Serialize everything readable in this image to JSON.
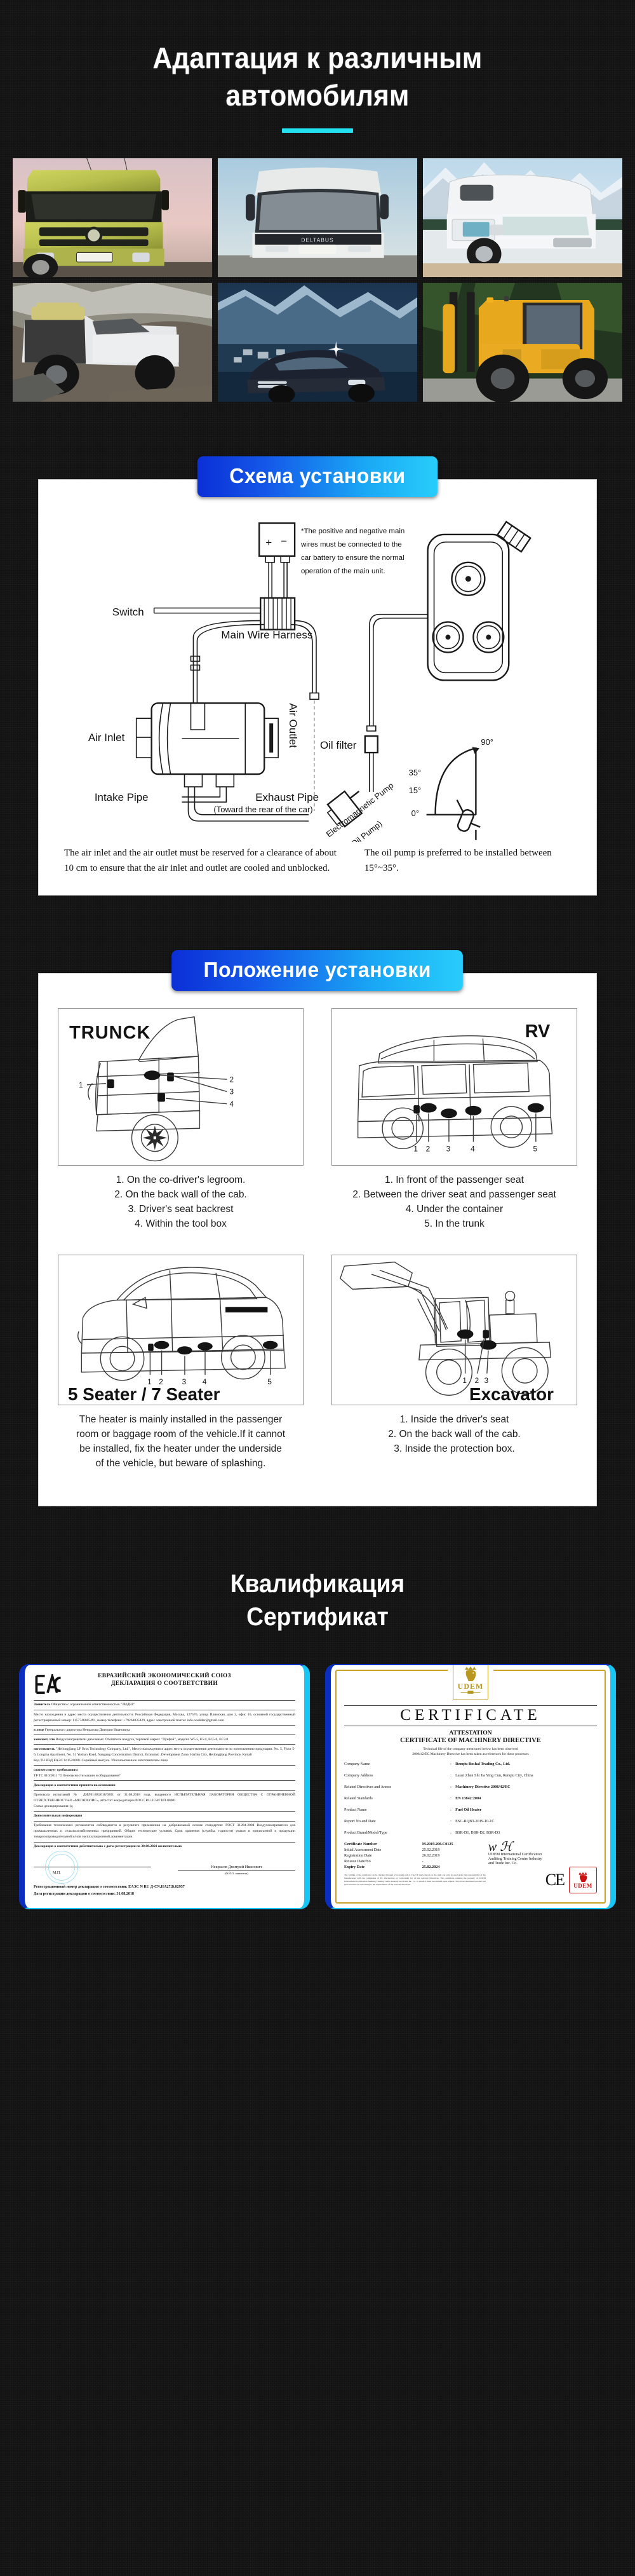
{
  "hero": {
    "title_line1": "Адаптация к различным",
    "title_line2": "автомобилям",
    "accent_color": "#22e0f0"
  },
  "photo_grid": {
    "items": [
      {
        "name": "truck-photo",
        "caption": "Green cab-over heavy truck, front view, plate S MB 1843"
      },
      {
        "name": "coach-bus-photo",
        "caption": "White coach bus front view, Deltabus"
      },
      {
        "name": "rv-camper-photo",
        "caption": "White motorhome RV in snowy mountains"
      },
      {
        "name": "offroad-pickup-photo",
        "caption": "White off-road pickup truck on rocks"
      },
      {
        "name": "luxury-suv-photo",
        "caption": "Dark luxury SUV in snowy alpine village"
      },
      {
        "name": "forklift-photo",
        "caption": "Yellow rough terrain forklift"
      }
    ]
  },
  "install_scheme": {
    "banner": "Схема установки",
    "labels": {
      "switch": "Switch",
      "main_wire_harness": "Main Wire Harness",
      "battery_note": "*The positive and negative main wires must be connected to the car battery to ensure the normal operation of the main unit.",
      "air_inlet": "Air Inlet",
      "air_outlet": "Air Outlet",
      "oil_filter": "Oil filter",
      "intake_pipe": "Intake Pipe",
      "exhaust_pipe": "Exhaust Pipe",
      "exhaust_pipe_sub": "(Toward the rear of the car)",
      "pump_line1": "Electromagnetic Pump",
      "pump_line2": "(Oil Pump)",
      "battery_plus": "+",
      "battery_minus": "−"
    },
    "angles": [
      "90°",
      "35°",
      "15°",
      "0°"
    ],
    "note_left": "The air inlet and the air outlet must be reserved for a clearance of about 10 cm to ensure that the air inlet and outlet are cooled and unblocked.",
    "note_right": "The oil pump is preferred to be installed between 15°~35°."
  },
  "install_position": {
    "banner": "Положение установки",
    "cells": [
      {
        "tag": "TRUNCK",
        "numbers": [
          "1",
          "2",
          "3",
          "4"
        ],
        "lines": [
          "1. On the co-driver's legroom.",
          "2. On the back wall of the cab.",
          "3. Driver's seat backrest",
          "4. Within the tool box"
        ]
      },
      {
        "tag": "RV",
        "numbers": [
          "1",
          "2",
          "3",
          "4",
          "5"
        ],
        "lines": [
          "1. In front of the passenger seat",
          "2. Between the driver seat and passenger seat",
          "4. Under the container",
          "5. In the trunk"
        ]
      },
      {
        "tag": "5 Seater / 7 Seater",
        "numbers": [
          "1",
          "2",
          "3",
          "4",
          "5"
        ],
        "note": "The heater is mainly installed in the passenger room or baggage room of the vehicle.If it cannot be installed, fix the heater under the underside of the vehicle, but beware of splashing."
      },
      {
        "tag": "Excavator",
        "numbers": [
          "1",
          "2",
          "3"
        ],
        "lines": [
          "1. Inside the driver's seat",
          "2. On the back wall of the cab.",
          "3. Inside the protection box."
        ]
      }
    ]
  },
  "qualification": {
    "title_line1": "Квалификация",
    "title_line2": "Сертификат"
  },
  "certificates": {
    "eac": {
      "mark": "EAC",
      "title1": "ЕВРАЗИЙСКИЙ ЭКОНОМИЧЕСКИЙ СОЮЗ",
      "title2": "ДЕКЛАРАЦИЯ О СООТВЕТСТВИИ",
      "applicant_label": "Заявитель",
      "applicant": "Общество с ограниченной ответственностью \"ЛИДЕР\"",
      "address_text": "Место нахождения и адрес места осуществления деятельности: Российская Федерация, Москва, 127576, улица Илимская, дом 2, офис 16, основной государственный регистрационный номер: 1157746685491, номер телефона: +79264035429, адрес электронной почты: info.ooolider@gmail.com",
      "person_label": "в лице",
      "person_text": "Генерального директора Некрасова Дмитрия Ивановича",
      "declares_label": "заявляет, что",
      "declares_text": "Воздухонагреватели дизельные: Отопитель воздуха, торговой марки: \"Лунфэй\", модели: W5.5, E5.0, EC5.0, EC3.0",
      "manufacturer_label": "изготовитель",
      "manufacturer_text": "\"Heilongjiang LF Bros Technology Company, Ltd.\", Место нахождения и адрес места осуществления деятельности по изготовлению продукции: No. 5, Floor 5-6, Longma Apartment, No. 51 Yushan Road, Nangang Concentration District, Economic .Development Zone, Harbin City, Heilongjiang Province, Китай",
      "code_text": "Код ТН ВЭД ЕАЭС 841520000. Серийный выпуск. Уполномоченное изготовителем лицо",
      "conforms_label": "соответствует требованиям",
      "conforms_text": "ТР ТС 010/2011 \"О безопасности машин и оборудования\"",
      "basis_label": "Декларация о соответствии принята на основании",
      "basis_text": "Протокола испытаний № ДИЛ01/082018/9201 от 31.08.2018 года, выданного ИСПЫТАТЕЛЬНАЯ ЛАБОРАТОРИЯ ОБЩЕСТВА С ОГРАНИЧЕННОЙ ОТВЕТСТВЕННОСТЬЮ «МЕГАПОЛИС», аттестат аккредитации РОСС RU.31587.ИЛ.00001",
      "scheme_text": "Схема декларирования 1д",
      "extra_label": "Дополнительная информация",
      "extra_text": "Требования технических регламентов соблюдаются в результате применения на добровольной основе стандартов: ГОСТ 31284-2004 Воздухонагреватели для промышленных и сельскохозяйственных предприятий. Общие технические условия. Срок хранения (службы, годности) указан в прилагаемой к продукции товаросопроводительной и/или эксплуатационной документации.",
      "validity_text": "Декларация о соответствии действительна с даты регистрации по 30.08.2021 включительно",
      "signer_name": "Некрасов Дмитрий Иванович",
      "signer_caption": "(Ф.И.О. заявителя)",
      "stamp_text": "М.П.",
      "reg_number_label": "Регистрационный номер декларации о соответствии:",
      "reg_number": "ЕАЭС N RU Д-CN.НА27.В.02957",
      "reg_date_label": "Дата регистрации декларации о соответствии:",
      "reg_date": "31.08.2018"
    },
    "udem": {
      "brand": "UDEM",
      "title": "CERTIFICATE",
      "sub1": "ATTESTATION",
      "sub2": "CERTIFICATE OF MACHINERY DIRECTIVE",
      "note1": "Technical file of the company mentioned below has been observed",
      "note2": "2006/42/EC Machinery Directive has been taken as references for these processes",
      "fields": [
        {
          "label": "Company Name",
          "value": "Renqiu Boshal Trading Co., Ltd."
        },
        {
          "label": "Company Address",
          "value": "Laian Zhen Shi Jia Ying Cun, Renqiu City, China"
        },
        {
          "label": "Related Directives and Annex",
          "value": "Machinery Directive 2006/42/EC"
        },
        {
          "label": "Related Standards",
          "value": "EN 13842:2004"
        },
        {
          "label": "Product Name",
          "value": "Fuel Oil Heater"
        },
        {
          "label": "Report No and Date",
          "value": "ESC-RQBT-2019-10-1C"
        },
        {
          "label": "Product Brand/Model/Type",
          "value": "BSR-D1, BSR-D2, BSR-D3"
        }
      ],
      "summary": [
        {
          "label": "Certificate Number",
          "value": "M.2019.206.C0125",
          "bold": true
        },
        {
          "label": "Initial Assessment Date",
          "value": "25.02.2019",
          "bold": false
        },
        {
          "label": "Registration Date",
          "value": "26.02.2019",
          "bold": false
        },
        {
          "label": "Reissue Date/No",
          "value": "-",
          "bold": false
        },
        {
          "label": "Expiry Date",
          "value": "25.02.2024",
          "bold": true
        }
      ],
      "issuer_line1": "UDEM International Certification",
      "issuer_line2": "Auditing Training Centre Industry",
      "issuer_line3": "and Trade Inc. Co.",
      "legal": "The validity of the certificate can be checked through www.udem.com.tr. The CE mark shown on the right can only be used under the responsibility of the manufacturer with the completion of EC Declaration of Conformity for all the relevant Directives. This certificate remains the property of UDEM International Certification Auditing Training Centre Industry and Trade Inc. Co. to whom it must be returned upon request. The above mentioned product has been assessed as conforming to the requirements of the relevant directives.",
      "ce_mark": "CE"
    }
  }
}
